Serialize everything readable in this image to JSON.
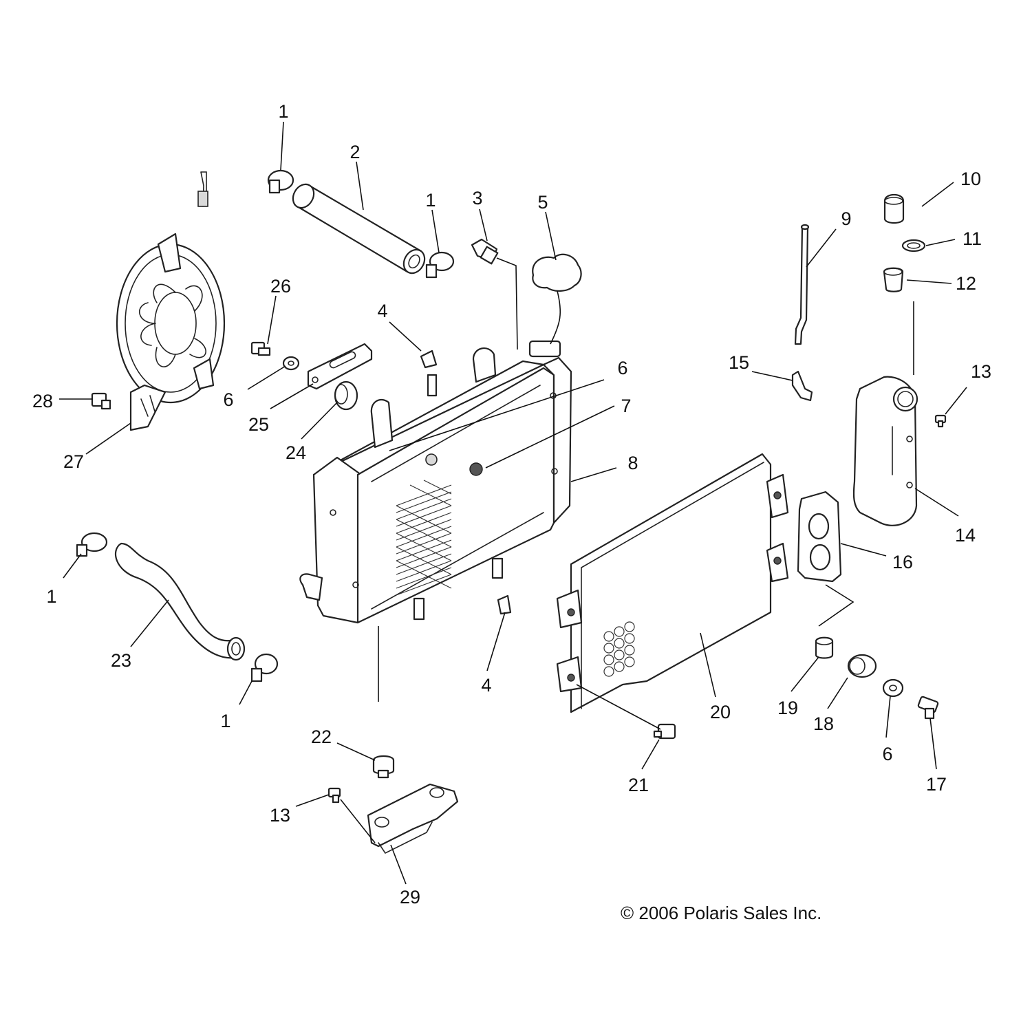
{
  "callouts": [
    "1",
    "2",
    "3",
    "4",
    "5",
    "6",
    "7",
    "8",
    "9",
    "10",
    "11",
    "12",
    "13",
    "14",
    "15",
    "16",
    "17",
    "18",
    "19",
    "20",
    "21",
    "22",
    "23",
    "24",
    "25",
    "26",
    "27",
    "28",
    "29"
  ],
  "copyright": "© 2006 Polaris Sales Inc."
}
